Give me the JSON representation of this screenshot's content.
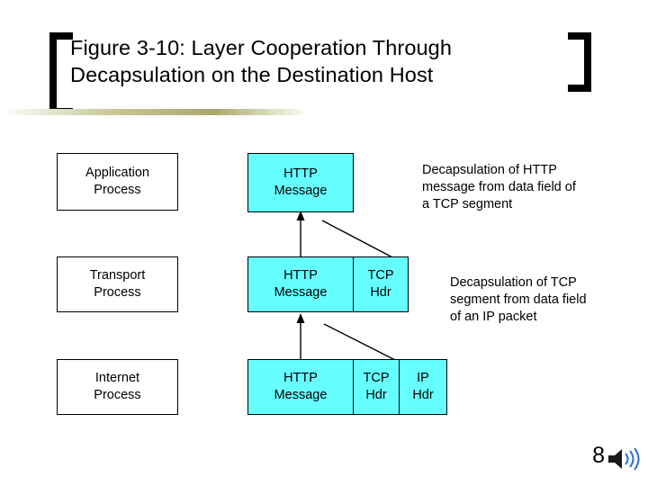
{
  "slide": {
    "title_line1": "Figure 3-10: Layer Cooperation Through",
    "title_line2": "Decapsulation on the Destination Host",
    "page_number": "8",
    "accent_color": "#66ffff",
    "rule_color": "#a8a86a"
  },
  "diagram": {
    "rows": [
      {
        "layer_label_line1": "Application",
        "layer_label_line2": "Process",
        "fields": [
          {
            "line1": "HTTP",
            "line2": "Message",
            "highlight": true
          }
        ]
      },
      {
        "layer_label_line1": "Transport",
        "layer_label_line2": "Process",
        "fields": [
          {
            "line1": "HTTP",
            "line2": "Message",
            "highlight": true
          },
          {
            "line1": "TCP",
            "line2": "Hdr",
            "highlight": true
          }
        ]
      },
      {
        "layer_label_line1": "Internet",
        "layer_label_line2": "Process",
        "fields": [
          {
            "line1": "HTTP",
            "line2": "Message",
            "highlight": true
          },
          {
            "line1": "TCP",
            "line2": "Hdr",
            "highlight": true
          },
          {
            "line1": "IP",
            "line2": "Hdr",
            "highlight": true
          }
        ]
      }
    ],
    "annotations": [
      {
        "line1": "Decapsulation of HTTP",
        "line2": "message from data field of",
        "line3": "a TCP segment"
      },
      {
        "line1": "Decapsulation of TCP",
        "line2": "segment from data field",
        "line3": "of an IP packet"
      }
    ]
  },
  "icons": {
    "speaker": "speaker-icon"
  }
}
